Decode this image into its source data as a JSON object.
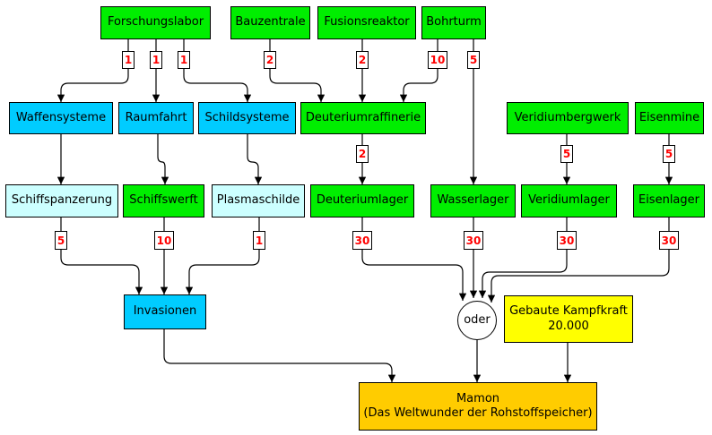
{
  "colors": {
    "production": "#00ee00",
    "research": "#00ccff",
    "upgrade": "#ccffff",
    "condition": "#ffff00",
    "goal": "#ffcc00",
    "badge_text": "#ff0000"
  },
  "nodes": {
    "forschungslabor": "Forschungslabor",
    "bauzentrale": "Bauzentrale",
    "fusionsreaktor": "Fusionsreaktor",
    "bohrturm": "Bohrturm",
    "waffensysteme": "Waffensysteme",
    "raumfahrt": "Raumfahrt",
    "schildsysteme": "Schildsysteme",
    "deuteriumraffinerie": "Deuteriumraffinerie",
    "veridiumbergwerk": "Veridiumbergwerk",
    "eisenmine": "Eisenmine",
    "schiffspanzerung": "Schiffspanzerung",
    "schiffswerft": "Schiffswerft",
    "plasmaschilde": "Plasmaschilde",
    "deuteriumlager": "Deuteriumlager",
    "wasserlager": "Wasserlager",
    "veridiumlager": "Veridiumlager",
    "eisenlager": "Eisenlager",
    "invasionen": "Invasionen",
    "oder": "oder",
    "kampfkraft_line1": "Gebaute Kampfkraft",
    "kampfkraft_line2": "20.000",
    "mamon_line1": "Mamon",
    "mamon_line2": "(Das Weltwunder der Rohstoffspeicher)"
  },
  "levels": {
    "forschungslabor_to_waffensysteme": "1",
    "forschungslabor_to_raumfahrt": "1",
    "forschungslabor_to_schildsysteme": "1",
    "bauzentrale_to_deuteriumraffinerie": "2",
    "fusionsreaktor_to_deuteriumraffinerie": "2",
    "bohrturm_to_deuteriumraffinerie": "10",
    "bohrturm_to_wasserlager": "5",
    "deuteriumraffinerie_to_deuteriumlager": "2",
    "veridiumbergwerk_to_veridiumlager": "5",
    "eisenmine_to_eisenlager": "5",
    "schiffspanzerung_to_invasionen": "5",
    "schiffswerft_to_invasionen": "10",
    "plasmaschilde_to_invasionen": "1",
    "deuteriumlager_to_oder": "30",
    "wasserlager_to_oder": "30",
    "veridiumlager_to_oder": "30",
    "eisenlager_to_oder": "30"
  }
}
